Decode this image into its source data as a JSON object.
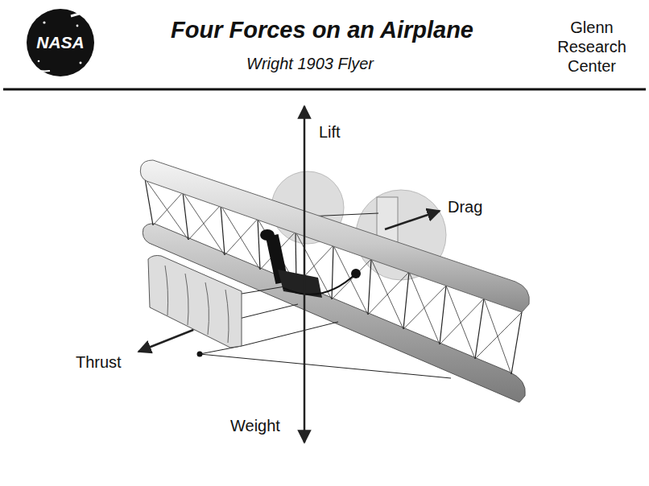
{
  "diagram": {
    "title": "Four Forces on an Airplane",
    "labels": [
      "NASA",
      "Wright 1903 Flyer",
      "Glenn Research Center",
      "Lift",
      "Drag",
      "Thrust",
      "Weight"
    ]
  }
}
